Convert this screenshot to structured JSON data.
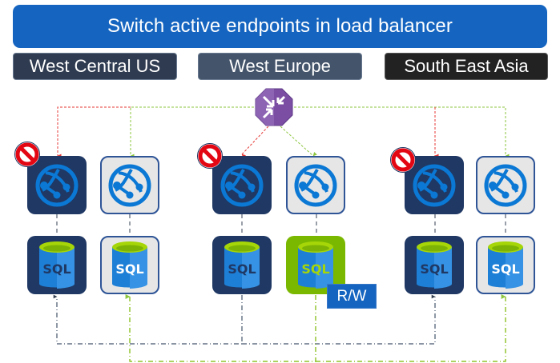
{
  "title": "Switch active endpoints in load balancer",
  "regions": [
    {
      "label": "West Central US",
      "color": "#2f3b50"
    },
    {
      "label": "West Europe",
      "color": "#44546a"
    },
    {
      "label": "South East Asia",
      "color": "#222222"
    }
  ],
  "load_balancer": {
    "icon": "traffic-manager-icon",
    "color": "#7b4ea3"
  },
  "columns": [
    {
      "region": "West Central US",
      "web_state": "disabled",
      "db_state": "secondary",
      "db_label": "SQL"
    },
    {
      "region": "West Central US",
      "web_state": "active",
      "db_state": "secondary",
      "db_label": "SQL"
    },
    {
      "region": "West Europe",
      "web_state": "disabled",
      "db_state": "secondary",
      "db_label": "SQL"
    },
    {
      "region": "West Europe",
      "web_state": "active",
      "db_state": "primary",
      "db_label": "SQL"
    },
    {
      "region": "South East Asia",
      "web_state": "disabled",
      "db_state": "secondary",
      "db_label": "SQL"
    },
    {
      "region": "South East Asia",
      "web_state": "active",
      "db_state": "secondary",
      "db_label": "SQL"
    }
  ],
  "primary_badge": "R/W",
  "colors": {
    "disabled_route": "#e53935",
    "active_route": "#8dc63f",
    "replication_dark": "#44546a",
    "replication_green": "#7ab800",
    "globe": "#0a78d4",
    "sql_body": "#1e7fd6",
    "sql_top": "#a6d608"
  }
}
